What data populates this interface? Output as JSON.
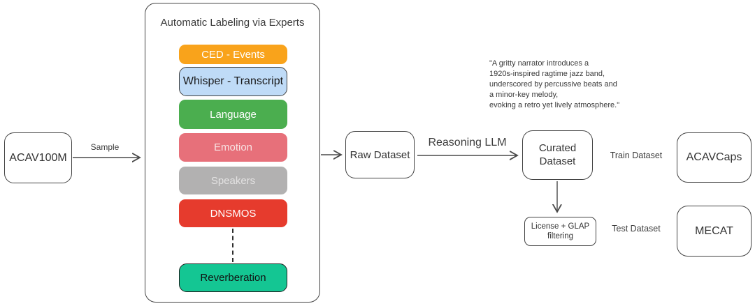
{
  "diagram": {
    "source_node": {
      "label": "ACAV100M"
    },
    "sample_arrow_label": "Sample",
    "experts_panel": {
      "title": "Automatic Labeling via Experts",
      "experts": [
        {
          "label": "CED - Events",
          "fill": "#F9A31B",
          "text_color": "#FFFFFF"
        },
        {
          "label": "Whisper - Transcript",
          "fill": "#BFDBF7",
          "text_color": "#1A1A1A"
        },
        {
          "label": "Language",
          "fill": "#4BAE4F",
          "text_color": "#FFFFFF"
        },
        {
          "label": "Emotion",
          "fill": "#E7707A",
          "text_color": "#F8E3E3"
        },
        {
          "label": "Speakers",
          "fill": "#B2B1B1",
          "text_color": "#E3E2E2"
        },
        {
          "label": "DNSMOS",
          "fill": "#E63B2D",
          "text_color": "#FFFFFF"
        },
        {
          "label": "Reverberation",
          "fill": "#14C693",
          "text_color": "#111111"
        }
      ]
    },
    "raw_dataset": {
      "label": "Raw Dataset"
    },
    "reasoning_llm_label": "Reasoning LLM",
    "curated_dataset": {
      "label": "Curated\nDataset"
    },
    "caption_quote": [
      "\"A gritty narrator introduces a",
      "1920s-inspired ragtime jazz band,",
      "underscored by percussive beats and",
      "a minor-key melody,",
      "evoking a retro yet lively atmosphere.\""
    ],
    "license_filter": {
      "label": "License + GLAP\nfiltering"
    },
    "train_label": "Train Dataset",
    "test_label": "Test Dataset",
    "train_node": {
      "label": "ACAVCaps"
    },
    "test_node": {
      "label": "MECAT"
    },
    "arrow_color": "#4a4a4a"
  }
}
